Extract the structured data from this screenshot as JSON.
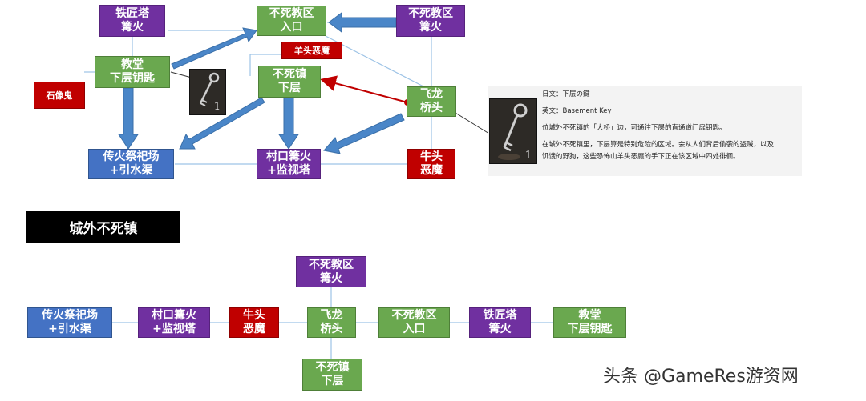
{
  "top_map": {
    "nodes": {
      "blacksmith": [
        "铁匠塔",
        "篝火"
      ],
      "parish_bonfire": [
        "不死教区",
        "篝火"
      ],
      "parish_entrance": [
        "不死教区",
        "入口"
      ],
      "church_key": [
        "教堂",
        "下层钥匙"
      ],
      "taurus_top": [
        "羊头恶魔"
      ],
      "gargoyle": [
        "石像鬼"
      ],
      "lower_burg": [
        "不死镇",
        "下层"
      ],
      "drake_bridge": [
        "飞龙",
        "桥头"
      ],
      "firelink": [
        "传火祭祀场",
        "+引水渠"
      ],
      "village_bonfire": [
        "村口篝火",
        "+监视塔"
      ],
      "taurus_bottom": [
        "牛头",
        "恶魔"
      ]
    },
    "key_count": "1"
  },
  "info": {
    "jp": "日文：下层の鍵",
    "en": "英文：Basement Key",
    "desc1": "位城外不死镇的「大桥」边，可通往下层的直通道门扉钥匙。",
    "desc2": "在城外不死镇里，下层算是特别危险的区域。会从人们背后偷袭的盗贼，以及",
    "desc3": "饥饿的野狗，这些恐怖山羊头恶魔的手下正在该区域中四处徘徊。",
    "key_count": "1"
  },
  "banner": "城外不死镇",
  "bottom_map": {
    "parish_bonfire": [
      "不死教区",
      "篝火"
    ],
    "firelink": [
      "传火祭祀场",
      "+引水渠"
    ],
    "village_bonfire": [
      "村口篝火",
      "+监视塔"
    ],
    "taurus": [
      "牛头",
      "恶魔"
    ],
    "drake_bridge": [
      "飞龙",
      "桥头"
    ],
    "parish_entrance": [
      "不死教区",
      "入口"
    ],
    "blacksmith": [
      "铁匠塔",
      "篝火"
    ],
    "church_key": [
      "教堂",
      "下层钥匙"
    ],
    "lower_burg": [
      "不死镇",
      "下层"
    ]
  },
  "watermark": "头条 @GameRes游资网",
  "colors": {
    "green": "#6aa84f",
    "purple": "#7030a0",
    "blue": "#4472c4",
    "red": "#c00000",
    "arrow_blue": "#4a86c8",
    "line": "#9dc3e6",
    "connector_red": "#c00000"
  },
  "icons": [
    "key-icon"
  ]
}
